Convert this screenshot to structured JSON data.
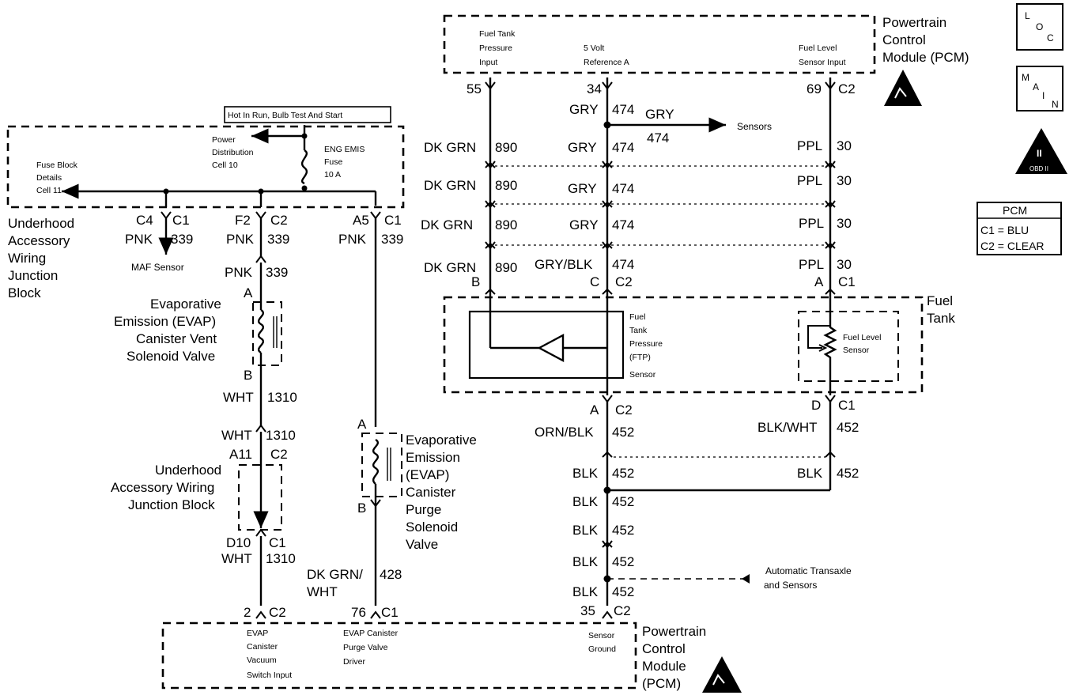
{
  "pcm_top": {
    "title": [
      "Powertrain",
      "Control",
      "Module (PCM)"
    ],
    "inputs": [
      [
        "Fuel Tank",
        "Pressure",
        "Input"
      ],
      [
        "5 Volt",
        "Reference A"
      ],
      [
        "Fuel Level",
        "Sensor Input"
      ]
    ],
    "pins": [
      "55",
      "34",
      "69",
      "C2"
    ]
  },
  "badges": {
    "loc": [
      "L",
      "O",
      "C"
    ],
    "main": [
      "M",
      "A",
      "I",
      "N"
    ],
    "obd": [
      "II",
      "OBD II"
    ]
  },
  "pcm_legend": {
    "title": "PCM",
    "rows": [
      "C1 = BLU",
      "C2 = CLEAR"
    ]
  },
  "fuse_block": {
    "hot_label": "Hot In Run, Bulb Test And Start",
    "power_dist": [
      "Power",
      "Distribution",
      "Cell 10"
    ],
    "fuse": [
      "ENG EMIS",
      "Fuse",
      "10 A"
    ],
    "details": [
      "Fuse Block",
      "Details",
      "Cell 11"
    ],
    "junction": [
      "Underhood",
      "Accessory",
      "Wiring",
      "Junction",
      "Block"
    ],
    "pins": [
      "C4",
      "C1",
      "F2",
      "C2",
      "A5",
      "C1"
    ],
    "wires": [
      "PNK",
      "339",
      "PNK",
      "339",
      "PNK",
      "339"
    ],
    "maf": "MAF Sensor"
  },
  "vent_valve": {
    "pin_a": "A",
    "pin_b": "B",
    "name": [
      "Evaporative",
      "Emission (EVAP)",
      "Canister Vent",
      "Solenoid Valve"
    ],
    "wire_in": [
      "PNK",
      "339"
    ],
    "wire_out": [
      "WHT",
      "1310",
      "WHT",
      "1310"
    ],
    "conn": [
      "A11",
      "C2"
    ]
  },
  "uawjb2": {
    "name": [
      "Underhood",
      "Accessory Wiring",
      "Junction Block"
    ],
    "conn": [
      "D10",
      "C1"
    ],
    "wire": [
      "WHT",
      "1310"
    ]
  },
  "purge_valve": {
    "pin_a": "A",
    "pin_b": "B",
    "name": [
      "Evaporative",
      "Emission",
      "(EVAP)",
      "Canister",
      "Purge",
      "Solenoid",
      "Valve"
    ],
    "wire": [
      "DK GRN/",
      "WHT",
      "428"
    ]
  },
  "ftp_circuit": {
    "wires": [
      "DK GRN",
      "890",
      "DK GRN",
      "890",
      "DK GRN",
      "890",
      "DK GRN",
      "890"
    ],
    "conn": [
      "B"
    ]
  },
  "ref_circuit": {
    "wires": [
      "GRY",
      "474",
      "GRY",
      "474",
      "GRY",
      "474",
      "GRY",
      "474",
      "GRY/BLK",
      "474"
    ],
    "branch": [
      "GRY",
      "474",
      "Sensors"
    ],
    "conn": [
      "C",
      "C2"
    ]
  },
  "level_circuit": {
    "wires": [
      "PPL",
      "30",
      "PPL",
      "30",
      "PPL",
      "30",
      "PPL",
      "30"
    ],
    "conn": [
      "A",
      "C1"
    ]
  },
  "fuel_tank": {
    "name": [
      "Fuel",
      "Tank"
    ],
    "ftp_sensor": [
      "Fuel",
      "Tank",
      "Pressure",
      "(FTP)",
      "Sensor"
    ],
    "level_sensor": [
      "Fuel Level",
      "Sensor"
    ]
  },
  "ground": {
    "conn_left": [
      "A",
      "C2"
    ],
    "conn_right": [
      "D",
      "C1"
    ],
    "wires_left": [
      "ORN/BLK",
      "452",
      "BLK",
      "452",
      "BLK",
      "452",
      "BLK",
      "452",
      "BLK",
      "452",
      "BLK",
      "452"
    ],
    "wires_right": [
      "BLK/WHT",
      "452",
      "BLK",
      "452"
    ],
    "auto_trans": [
      "Automatic Transaxle",
      "and Sensors"
    ]
  },
  "pcm_bottom": {
    "title": [
      "Powertrain",
      "Control",
      "Module",
      "(PCM)"
    ],
    "pins": [
      "2",
      "C2",
      "76",
      "C1",
      "35",
      "C2"
    ],
    "inputs": [
      [
        "EVAP",
        "Canister",
        "Vacuum",
        "Switch Input"
      ],
      [
        "EVAP Canister",
        "Purge Valve",
        "Driver"
      ],
      [
        "Sensor",
        "Ground"
      ]
    ]
  }
}
